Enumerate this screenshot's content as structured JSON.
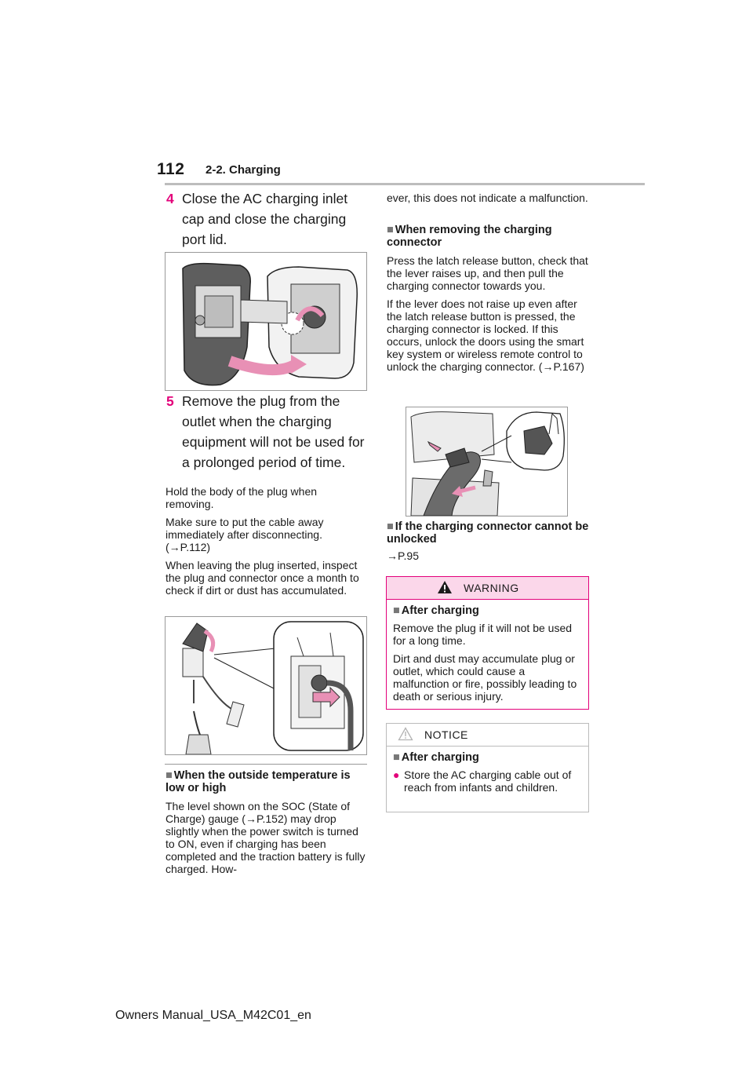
{
  "header": {
    "page_number": "112",
    "section": "2-2. Charging"
  },
  "left": {
    "step4": {
      "num": "4",
      "text": "Close the AC charging inlet cap and close the charging port lid."
    },
    "step5": {
      "num": "5",
      "text": "Remove the plug from the outlet when the charging equipment will not be used for a prolonged period of time."
    },
    "para1": "Hold the body of the plug when removing.",
    "para2": "Make sure to put the cable away immediately after disconnecting. (→P.112)",
    "para3": "When leaving the plug inserted, inspect the plug and connector once a month to check if dirt or dust has accumulated.",
    "sub1_title": "When the outside temperature is low or high",
    "sub1_body": "The level shown on the SOC (State of Charge) gauge (→P.152) may drop slightly when the power switch is turned to ON, even if charging has been completed and the traction battery is fully charged. How-"
  },
  "right": {
    "cont": "ever, this does not indicate a malfunction.",
    "sub2_title": "When removing the charging connector",
    "sub2_p1": "Press the latch release button, check that the lever raises up, and then pull the charging connector towards you.",
    "sub2_p2": "If the lever does not raise up even after the latch release button is pressed, the charging connector is locked. If this occurs, unlock the doors using the smart key system or wireless remote control to unlock the charging connector. (→P.167)",
    "sub3_title": "If the charging connector cannot be unlocked",
    "sub3_ref": "→P.95"
  },
  "warning": {
    "title": "WARNING",
    "head": "After charging",
    "p1": "Remove the plug if it will not be used for a long time.",
    "p2": "Dirt and dust may accumulate plug or outlet, which could cause a malfunction or fire, possibly leading to death or serious injury."
  },
  "notice": {
    "title": "NOTICE",
    "head": "After charging",
    "item": "Store the AC charging cable out of reach from infants and children."
  },
  "footer": {
    "text": "Owners Manual_USA_M42C01_en"
  },
  "colors": {
    "accent": "#e3007a",
    "warning_bg": "#fbd7ea",
    "rule": "#bdbdbd"
  }
}
